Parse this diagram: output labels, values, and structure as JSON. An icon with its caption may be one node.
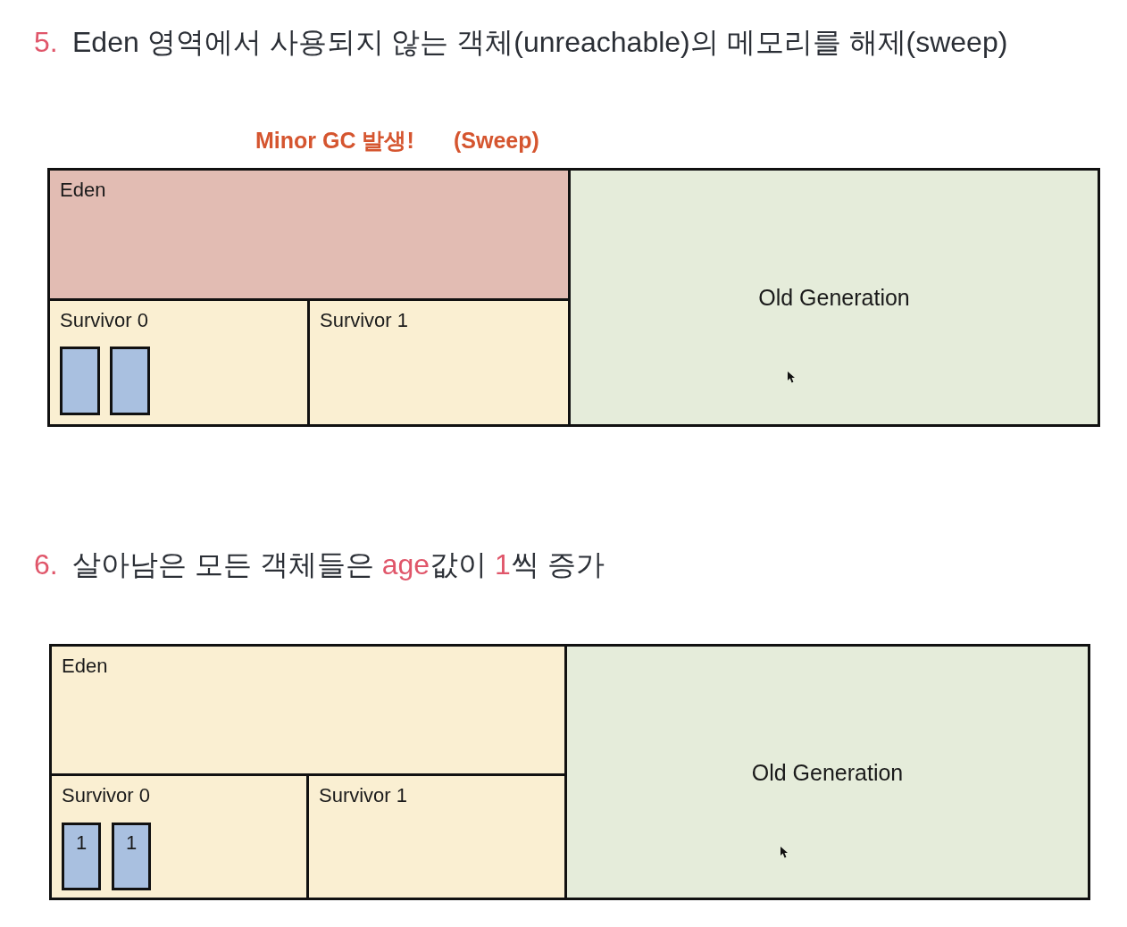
{
  "diagram": {
    "nodes": [
      {
        "text": [
          "Eden"
        ]
      },
      {
        "text": [
          "Survivor 0"
        ]
      },
      {
        "text": [],
        "shape": "box",
        "in": 1
      },
      {
        "text": [],
        "shape": "box",
        "in": 1
      },
      {
        "text": [
          "Survivor 1"
        ]
      },
      {
        "text": [
          "Old Generation"
        ]
      },
      {
        "text": [
          "Eden"
        ]
      },
      {
        "text": [
          "Survivor 0"
        ]
      },
      {
        "text": [
          "1"
        ],
        "in": 7
      },
      {
        "text": [
          "1"
        ],
        "in": 7
      },
      {
        "text": [
          "Survivor 1"
        ]
      },
      {
        "text": [
          "Old Generation"
        ]
      }
    ],
    "labels": [
      "5.",
      "Eden 영역에서 사용되지 않는 객체(unreachable)의 메모리를 해제(sweep)",
      "Minor GC 발생!",
      "(Sweep)",
      "6.",
      "살아남은 모든 객체들은 **age**값이 **1**씩 증가"
    ]
  }
}
